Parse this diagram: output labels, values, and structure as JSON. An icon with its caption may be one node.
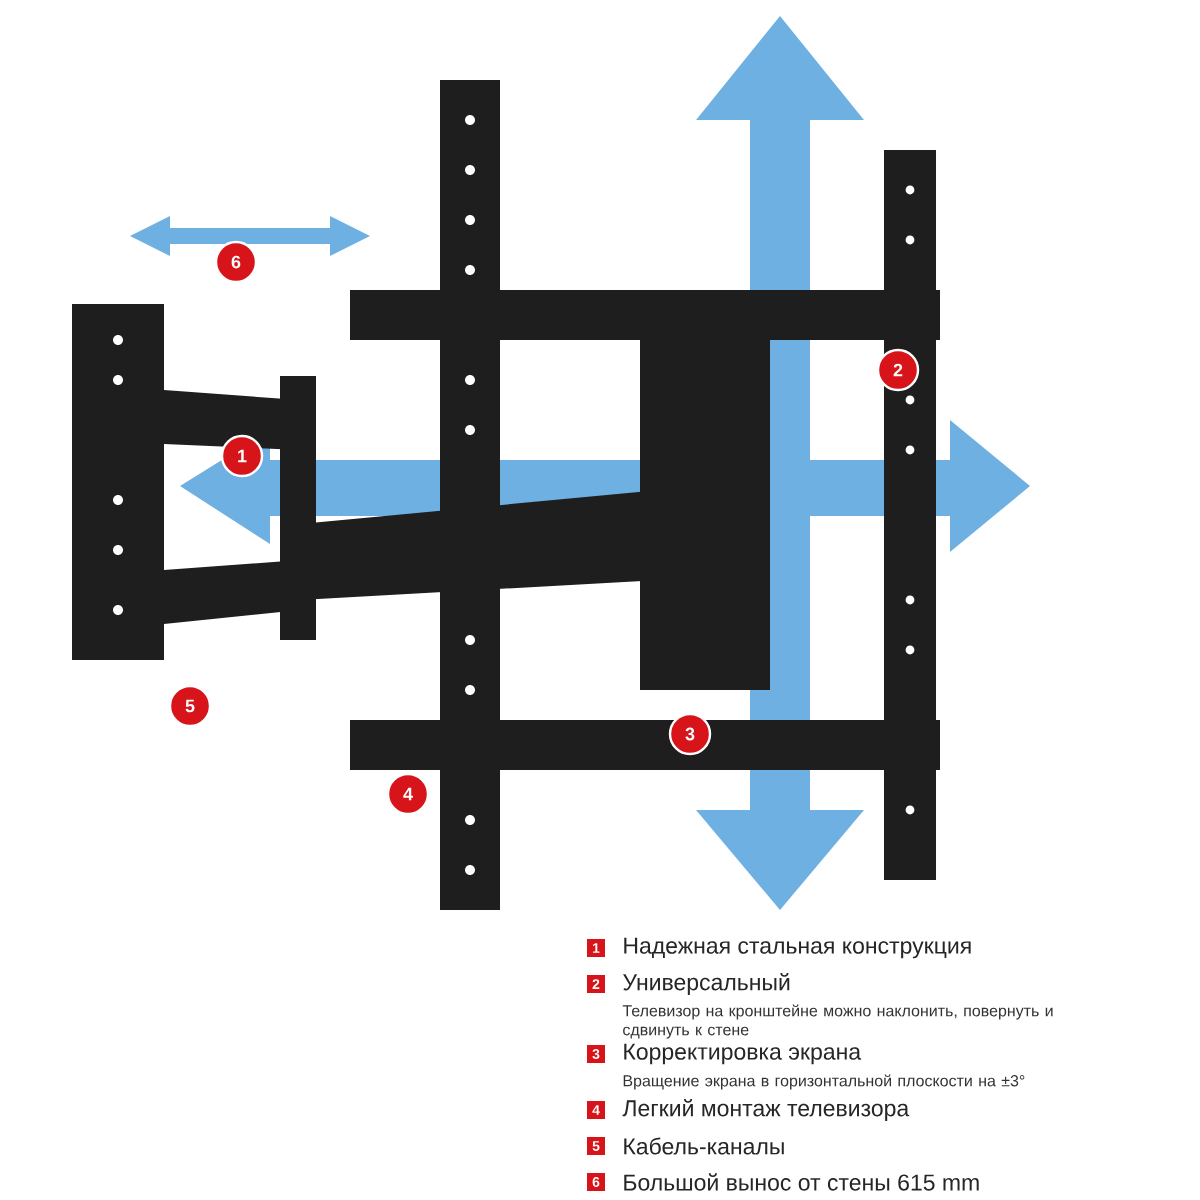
{
  "diagram": {
    "labels": [
      "6",
      "2",
      "1",
      "5",
      "3",
      "4",
      "1",
      "Надежная стальная конструкция",
      "2",
      "Универсальный",
      "Телевизор на кронштейне можно наклонить, повернуть и сдвинуть к стене",
      "3",
      "Корректировка экрана",
      "Вращение экрана в горизонтальной плоскости на ±3°",
      "4",
      "Легкий монтаж телевизора",
      "5",
      "Кабель-каналы",
      "6",
      "Большой вынос от стены 615 mm"
    ]
  }
}
